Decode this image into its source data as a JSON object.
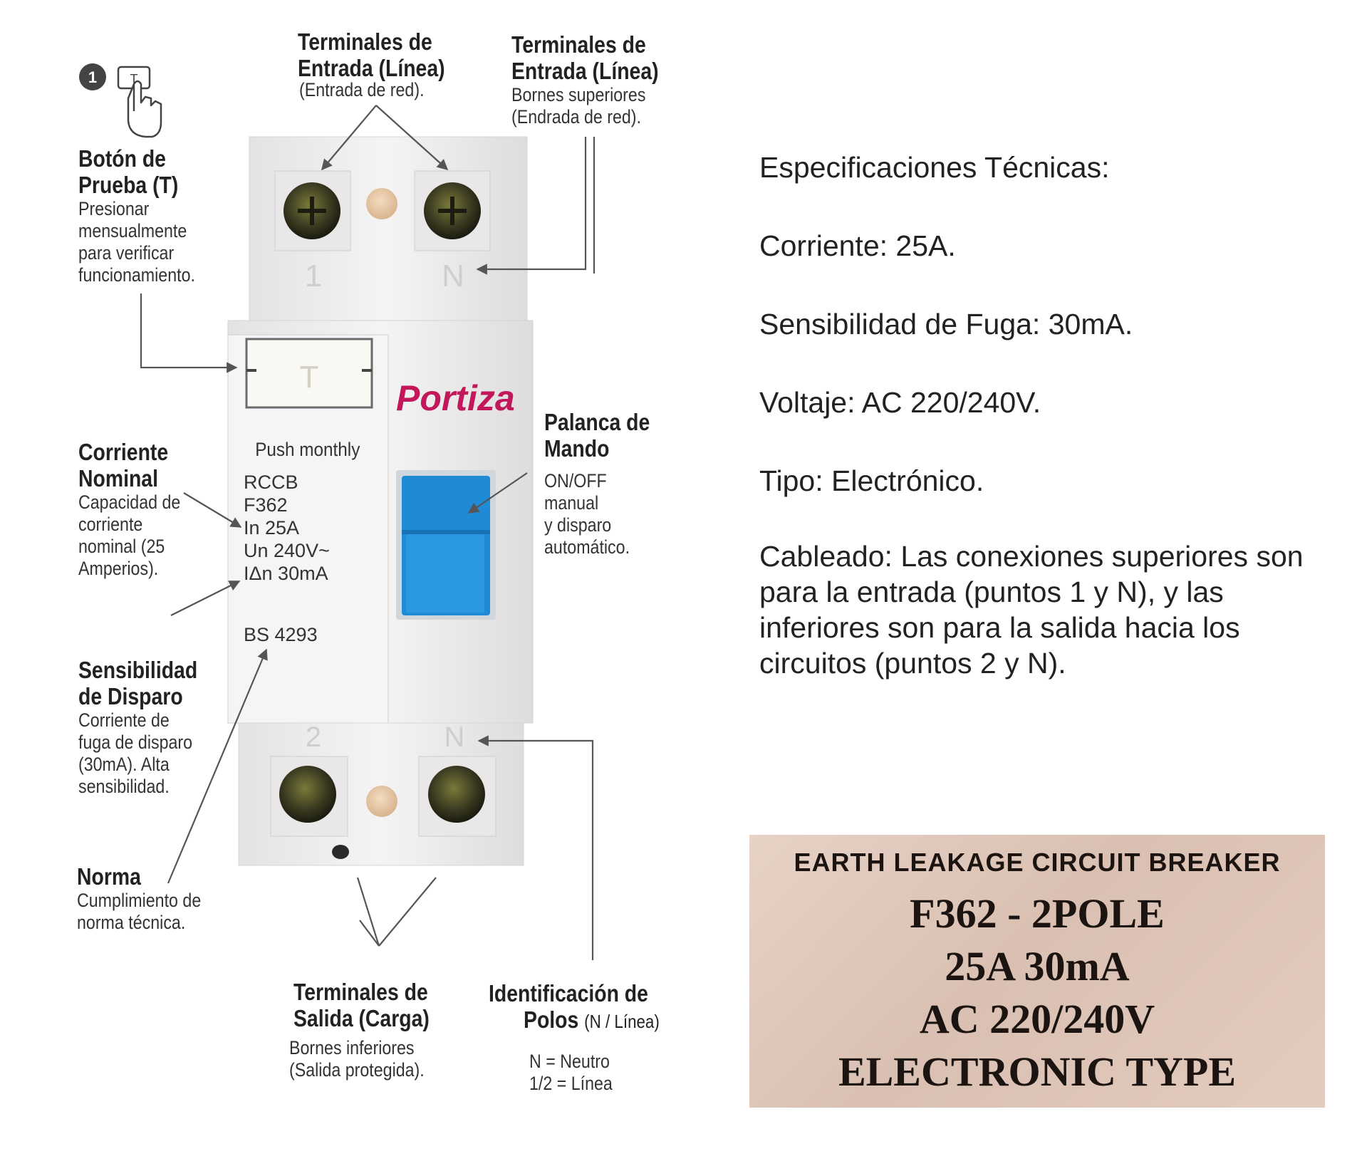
{
  "device": {
    "brand": "Portiza",
    "test_button": "T",
    "front_text": [
      "Push monthly",
      "RCCB",
      "F362",
      "In 25A",
      "Un 240V~",
      "IΔn 30mA"
    ],
    "standard": "BS 4293",
    "terminal_top_left": "1",
    "terminal_top_right": "N",
    "terminal_bottom_left": "2",
    "terminal_bottom_right": "N"
  },
  "callouts": {
    "step_number": "1",
    "step_icon": "T",
    "input_terminals_1": {
      "title": [
        "Terminales de",
        "Entrada (Línea)"
      ],
      "desc": [
        "(Entrada de red)."
      ]
    },
    "input_terminals_2": {
      "title": [
        "Terminales de",
        "Entrada (Línea)"
      ],
      "desc": [
        "Bornes superiores",
        "(Endrada de red)."
      ]
    },
    "test_button": {
      "title": [
        "Botón de",
        "Prueba (T)"
      ],
      "desc": [
        "Presionar",
        "mensualmente",
        "para verificar",
        "funcionamiento."
      ]
    },
    "nominal_current": {
      "title": [
        "Corriente",
        "Nominal"
      ],
      "desc": [
        "Capacidad de",
        "corriente",
        "nominal (25",
        "Amperios)."
      ]
    },
    "sensitivity": {
      "title": [
        "Sensibilidad",
        "de Disparo"
      ],
      "desc": [
        "Corriente de",
        "fuga de disparo",
        "(30mA). Alta",
        "sensibilidad."
      ]
    },
    "standard": {
      "title": [
        "Norma"
      ],
      "desc": [
        "Cumplimiento de",
        "norma técnica."
      ]
    },
    "lever": {
      "title": [
        "Palanca de",
        "Mando"
      ],
      "desc": [
        "ON/OFF",
        "manual",
        "y disparo",
        "automático."
      ]
    },
    "output_terminals": {
      "title": [
        "Terminales de",
        "Salida (Carga)"
      ],
      "desc": [
        "Bornes inferiores",
        "(Salida protegida)."
      ]
    },
    "poles": {
      "title": [
        "Identificación de",
        "Polos"
      ],
      "title_suffix": "(N / Línea)",
      "desc": [
        "N = Neutro",
        "1/2 = Línea"
      ]
    }
  },
  "specs": {
    "heading": "Especificaciones Técnicas:",
    "current": "Corriente: 25A.",
    "sensitivity": "Sensibilidad de Fuga: 30mA.",
    "voltage": "Voltaje: AC 220/240V.",
    "type": "Tipo: Electrónico.",
    "wiring": [
      "Cableado: Las conexiones superiores son",
      "para la entrada (puntos 1 y N), y las",
      "inferiores son para la salida hacia los",
      "circuitos (puntos 2 y N)."
    ]
  },
  "plaque": {
    "heading": "EARTH LEAKAGE CIRCUIT BREAKER",
    "lines": [
      "F362 - 2POLE",
      "25A 30mA",
      "AC  220/240V",
      "ELECTRONIC TYPE"
    ]
  },
  "colors": {
    "brand": "#c2185b",
    "lever": "#1f8bd6",
    "body": "#f2f0f0",
    "arrow": "#555555"
  }
}
